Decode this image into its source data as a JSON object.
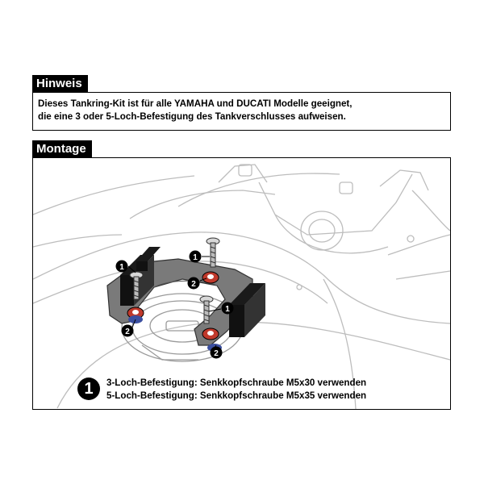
{
  "hinweis": {
    "title": "Hinweis",
    "line1": "Dieses Tankring-Kit ist für alle YAMAHA und DUCATI Modelle geeignet,",
    "line2": "die eine 3 oder 5-Loch-Befestigung des Tankverschlusses aufweisen."
  },
  "montage": {
    "title": "Montage",
    "callouts": {
      "one_left": "1",
      "one_top": "1",
      "one_center": "1",
      "two_left": "2",
      "two_center": "2",
      "two_right": "2"
    },
    "legend": {
      "badge": "1",
      "line1": "3-Loch-Befestigung: Senkkopfschraube M5x30 verwenden",
      "line2": "5-Loch-Befestigung: Senkkopfschraube M5x35 verwenden"
    }
  },
  "colors": {
    "header_bg": "#000000",
    "ring_plate": "#7a7a7a",
    "red_washer": "#c0392b",
    "blue_washer": "#3b4fa0"
  }
}
